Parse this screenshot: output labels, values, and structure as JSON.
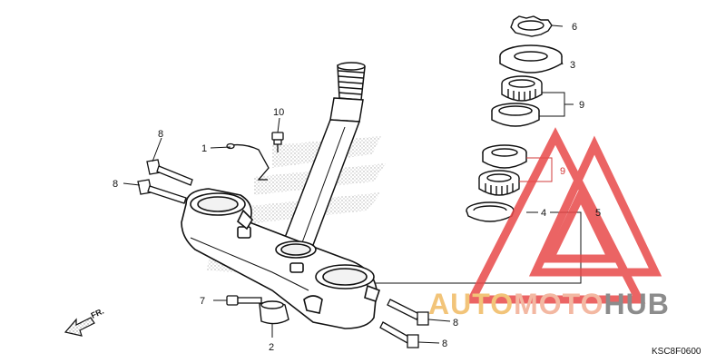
{
  "diagram": {
    "callouts": {
      "p1": "1",
      "p2": "2",
      "p3": "3",
      "p4": "4",
      "p5": "5",
      "p6": "6",
      "p7": "7",
      "p8a": "8",
      "p8b": "8",
      "p8c": "8",
      "p8d": "8",
      "p9a": "9",
      "p9b": "9",
      "p10": "10"
    },
    "direction_label": "FR.",
    "diagram_code": "KSC8F0600"
  },
  "watermark": {
    "brand_part1": "AUTO",
    "brand_part2": "MOTO",
    "brand_part3": "HUB",
    "colors": {
      "triangle": "#e84a4a",
      "part1": "#f2c479",
      "part2": "#f3b8a2",
      "part3": "#8c8c8c"
    }
  }
}
